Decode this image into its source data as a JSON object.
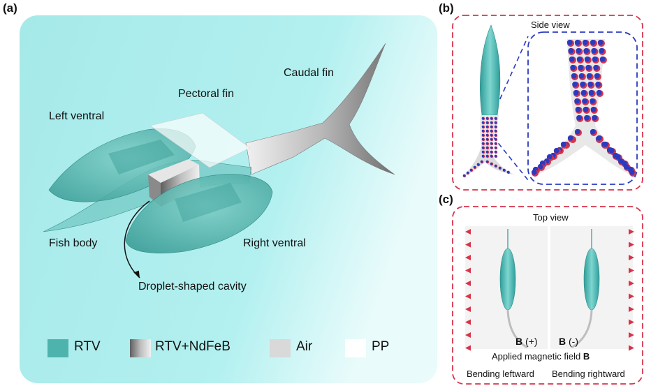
{
  "panels": {
    "a": {
      "label": "(a)"
    },
    "b": {
      "label": "(b)",
      "title": "Side view"
    },
    "c": {
      "label": "(c)",
      "title": "Top view"
    }
  },
  "fish_labels": {
    "left_ventral": "Left ventral",
    "pectoral_fin": "Pectoral fin",
    "caudal_fin": "Caudal fin",
    "fish_body": "Fish body",
    "right_ventral": "Right ventral",
    "cavity": "Droplet-shaped cavity"
  },
  "legend": [
    {
      "name": "RTV",
      "color": "#4fb3ad"
    },
    {
      "name": "RTV+NdFeB",
      "color": "#8a8a8a"
    },
    {
      "name": "Air",
      "color": "#d9d9d9"
    },
    {
      "name": "PP",
      "color": "#ffffff"
    }
  ],
  "panel_c": {
    "field_plus_symbol": "B",
    "field_plus_sign": " (+)",
    "field_minus_symbol": "B",
    "field_minus_sign": " (-)",
    "applied_field_text": "Applied magnetic field ",
    "applied_field_symbol": "B",
    "bending_left": "Bending leftward",
    "bending_right": "Bending rightward"
  },
  "colors": {
    "background_panel": "#a9ecec",
    "frame_dash": "#d8334a",
    "zoom_dash": "#2a3bc0",
    "arrow_red": "#d8334a",
    "line_blue": "#2a3bc0"
  }
}
